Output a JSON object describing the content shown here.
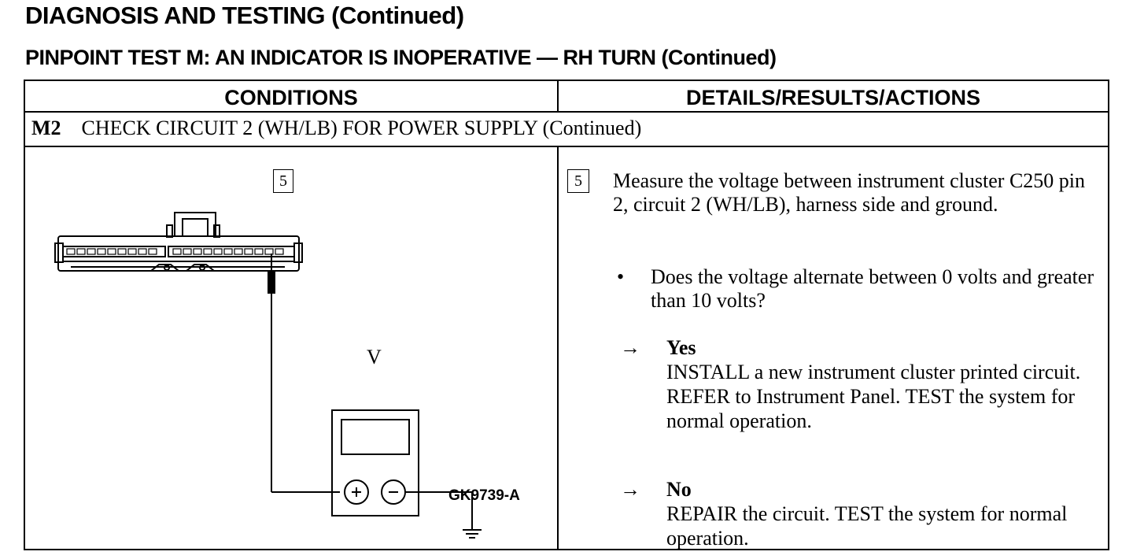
{
  "page": {
    "title": "DIAGNOSIS AND TESTING (Continued)",
    "subtitle": "PINPOINT TEST M:  AN INDICATOR IS INOPERATIVE — RH TURN (Continued)"
  },
  "table": {
    "headers": {
      "conditions": "CONDITIONS",
      "details": "DETAILS/RESULTS/ACTIONS"
    },
    "step": {
      "id": "M2",
      "title": "CHECK CIRCUIT 2 (WH/LB) FOR POWER SUPPLY (Continued)"
    },
    "figure": {
      "step_number": "5",
      "meter_label": "V",
      "figure_id": "GK9739-A"
    },
    "details": {
      "step_number": "5",
      "instruction": "Measure the voltage between instrument cluster C250 pin 2, circuit 2 (WH/LB), harness side and ground.",
      "bullet": "•",
      "question": "Does the voltage alternate between 0 volts and greater than 10 volts?",
      "arrow": "→",
      "yes_label": "Yes",
      "yes_action": "INSTALL a new instrument cluster printed circuit. REFER to Instrument Panel. TEST the system for normal operation.",
      "no_label": "No",
      "no_action": "REPAIR the circuit. TEST the system for normal operation."
    }
  }
}
